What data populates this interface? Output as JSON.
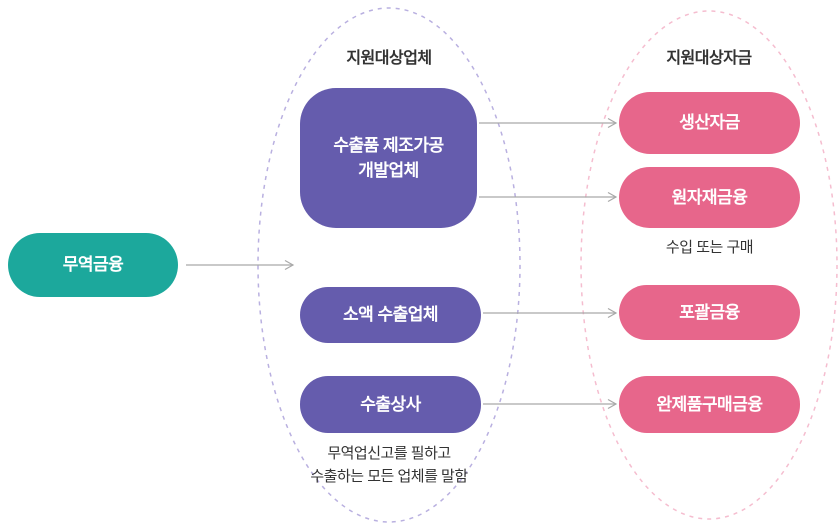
{
  "source": {
    "label": "무역금융",
    "color": "#1CA89C"
  },
  "companies": {
    "title": "지원대상업체",
    "node_color": "#655CAD",
    "outline_color": "#B9B0E0",
    "nodes": [
      {
        "label": "수출품 제조가공\n개발업체"
      },
      {
        "label": "소액 수출업체"
      },
      {
        "label": "수출상사"
      }
    ],
    "caption": "무역업신고를 필하고\n수출하는 모든 업체를 말함"
  },
  "funds": {
    "title": "지원대상자금",
    "node_color": "#E7668B",
    "outline_color": "#F5BDCF",
    "nodes": [
      {
        "label": "생산자금"
      },
      {
        "label": "원자재금융"
      },
      {
        "label": "포괄금융"
      },
      {
        "label": "완제품구매금융"
      }
    ],
    "caption": "수입 또는 구매"
  },
  "arrow_color": "#A9A9A9"
}
